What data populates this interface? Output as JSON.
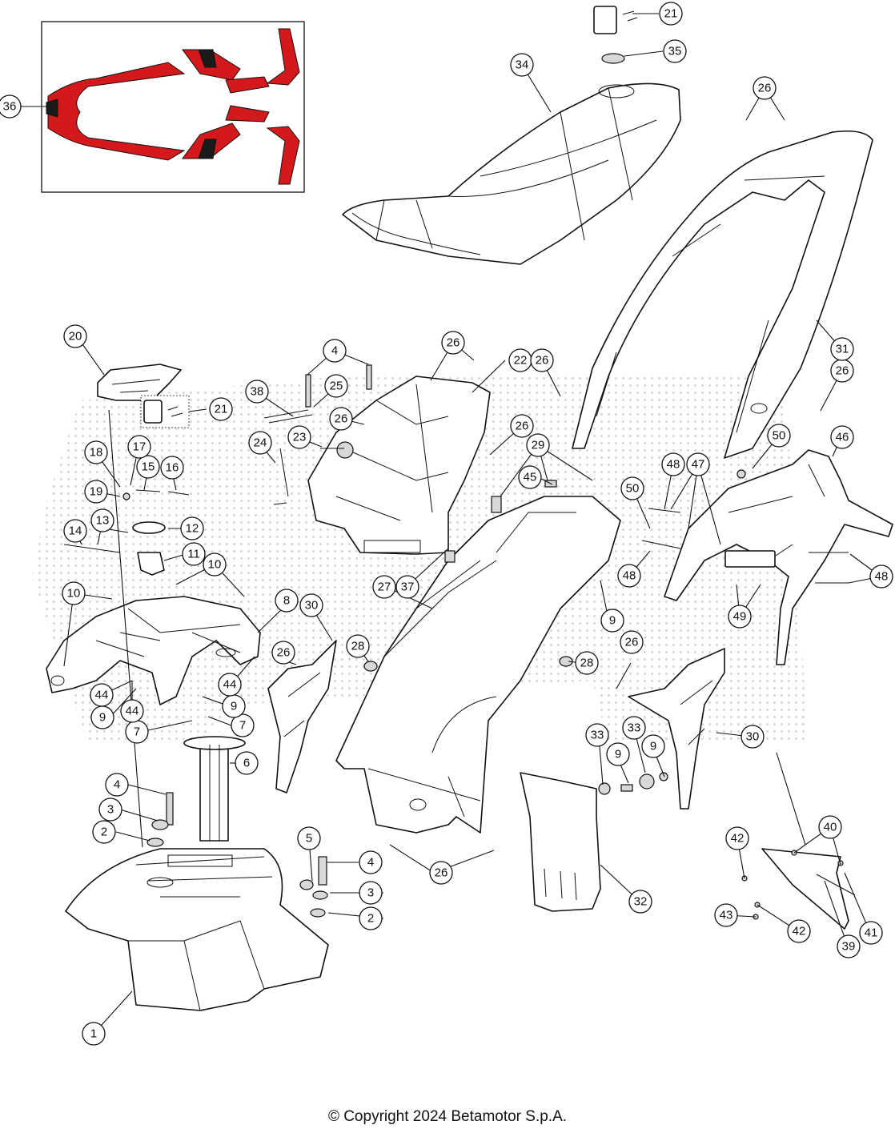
{
  "colors": {
    "decal_red": "#d3191c",
    "decal_black": "#1a1a1a",
    "line": "#111111",
    "dots": "#cfcfcf"
  },
  "callouts": [
    {
      "id": "c1",
      "label": "1"
    },
    {
      "id": "c2a",
      "label": "2"
    },
    {
      "id": "c2b",
      "label": "2"
    },
    {
      "id": "c3a",
      "label": "3"
    },
    {
      "id": "c3b",
      "label": "3"
    },
    {
      "id": "c4a",
      "label": "4"
    },
    {
      "id": "c4b",
      "label": "4"
    },
    {
      "id": "c4c",
      "label": "4"
    },
    {
      "id": "c5",
      "label": "5"
    },
    {
      "id": "c6",
      "label": "6"
    },
    {
      "id": "c7a",
      "label": "7"
    },
    {
      "id": "c7b",
      "label": "7"
    },
    {
      "id": "c8",
      "label": "8"
    },
    {
      "id": "c9a",
      "label": "9"
    },
    {
      "id": "c9b",
      "label": "9"
    },
    {
      "id": "c9c",
      "label": "9"
    },
    {
      "id": "c9d",
      "label": "9"
    },
    {
      "id": "c9e",
      "label": "9"
    },
    {
      "id": "c10a",
      "label": "10"
    },
    {
      "id": "c10b",
      "label": "10"
    },
    {
      "id": "c11",
      "label": "11"
    },
    {
      "id": "c12",
      "label": "12"
    },
    {
      "id": "c13",
      "label": "13"
    },
    {
      "id": "c14",
      "label": "14"
    },
    {
      "id": "c15",
      "label": "15"
    },
    {
      "id": "c16",
      "label": "16"
    },
    {
      "id": "c17",
      "label": "17"
    },
    {
      "id": "c18",
      "label": "18"
    },
    {
      "id": "c19",
      "label": "19"
    },
    {
      "id": "c20",
      "label": "20"
    },
    {
      "id": "c21a",
      "label": "21"
    },
    {
      "id": "c21b",
      "label": "21"
    },
    {
      "id": "c22",
      "label": "22"
    },
    {
      "id": "c23",
      "label": "23"
    },
    {
      "id": "c24",
      "label": "24"
    },
    {
      "id": "c25",
      "label": "25"
    },
    {
      "id": "c26a",
      "label": "26"
    },
    {
      "id": "c26b",
      "label": "26"
    },
    {
      "id": "c26c",
      "label": "26"
    },
    {
      "id": "c26d",
      "label": "26"
    },
    {
      "id": "c26e",
      "label": "26"
    },
    {
      "id": "c26f",
      "label": "26"
    },
    {
      "id": "c26g",
      "label": "26"
    },
    {
      "id": "c26h",
      "label": "26"
    },
    {
      "id": "c26i",
      "label": "26"
    },
    {
      "id": "c27",
      "label": "27"
    },
    {
      "id": "c28a",
      "label": "28"
    },
    {
      "id": "c28b",
      "label": "28"
    },
    {
      "id": "c29",
      "label": "29"
    },
    {
      "id": "c30a",
      "label": "30"
    },
    {
      "id": "c30b",
      "label": "30"
    },
    {
      "id": "c31",
      "label": "31"
    },
    {
      "id": "c32",
      "label": "32"
    },
    {
      "id": "c33a",
      "label": "33"
    },
    {
      "id": "c33b",
      "label": "33"
    },
    {
      "id": "c34",
      "label": "34"
    },
    {
      "id": "c35",
      "label": "35"
    },
    {
      "id": "c36",
      "label": "36"
    },
    {
      "id": "c37",
      "label": "37"
    },
    {
      "id": "c38",
      "label": "38"
    },
    {
      "id": "c39",
      "label": "39"
    },
    {
      "id": "c40",
      "label": "40"
    },
    {
      "id": "c41",
      "label": "41"
    },
    {
      "id": "c42a",
      "label": "42"
    },
    {
      "id": "c42b",
      "label": "42"
    },
    {
      "id": "c43",
      "label": "43"
    },
    {
      "id": "c44a",
      "label": "44"
    },
    {
      "id": "c44b",
      "label": "44"
    },
    {
      "id": "c44c",
      "label": "44"
    },
    {
      "id": "c45",
      "label": "45"
    },
    {
      "id": "c46",
      "label": "46"
    },
    {
      "id": "c47",
      "label": "47"
    },
    {
      "id": "c48a",
      "label": "48"
    },
    {
      "id": "c48b",
      "label": "48"
    },
    {
      "id": "c48c",
      "label": "48"
    },
    {
      "id": "c49",
      "label": "49"
    },
    {
      "id": "c50a",
      "label": "50"
    },
    {
      "id": "c50b",
      "label": "50"
    }
  ],
  "footer": {
    "copyright": "© Copyright 2024 Betamotor S.p.A."
  }
}
